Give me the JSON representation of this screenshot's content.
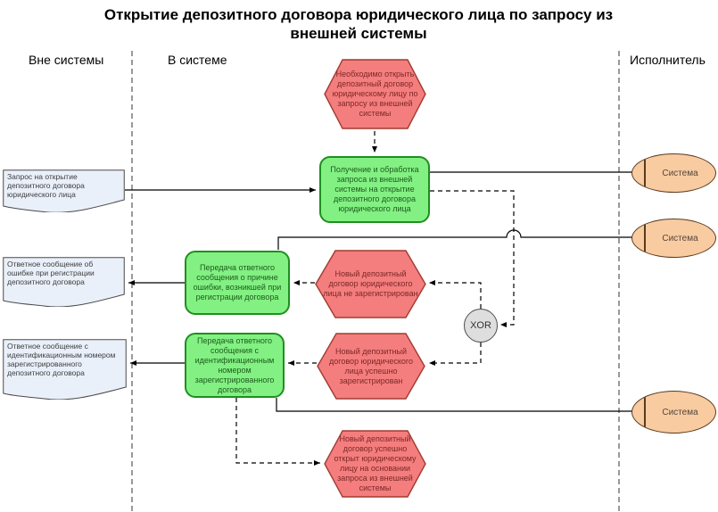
{
  "title": "Открытие депозитного договора юридического лица по запросу из внешней системы",
  "columns": {
    "outside": "Вне системы",
    "inside": "В системе",
    "executor": "Исполнитель"
  },
  "events": {
    "start": "Необходимо открыть депозитный договор юридическому лицу по запросу из внешней системы",
    "not_registered": "Новый депозитный договор юридического лица не зарегистрирован",
    "registered": "Новый депозитный договор юридического лица успешно зарегистрирован",
    "opened": "Новый депозитный договор успешно открыт юридическому лицу на основании запроса из внешней системы"
  },
  "functions": {
    "receive": "Получение и обработка запроса из внешней системы на открытие депозитного договора юридического лица",
    "send_error": "Передача ответного сообщения о причине ошибки, возникшей при регистрации договора",
    "send_id": "Передача ответного сообщения с идентификационным номером зарегистрированного договора"
  },
  "documents": {
    "request": "Запрос на открытие депозитного договора юридического лица",
    "error_message": "Ответное сообщение об ошибке при регистрации депозитного договора",
    "id_message": "Ответное сообщение с идентификационным номером зарегистрированного депозитного договора"
  },
  "gateway": {
    "label": "XOR"
  },
  "actors": {
    "system1": "Система",
    "system2": "Система",
    "system3": "Система"
  },
  "colors": {
    "event_fill": "#f47d7d",
    "event_border": "#a03b32",
    "event_text": "#7d2828",
    "function_fill": "#82f082",
    "function_border": "#1f8f1f",
    "function_text": "#1d5c1d",
    "document_fill": "#eaf0fa",
    "document_border": "#4a4a4a",
    "document_text": "#3d3d3d",
    "actor_fill": "#f8cba1",
    "actor_border": "#5b3a1e",
    "actor_text": "#55463a",
    "gateway_fill": "#dedede",
    "gateway_border": "#4f4f4f",
    "gateway_text": "#333333",
    "line": "#000000"
  }
}
